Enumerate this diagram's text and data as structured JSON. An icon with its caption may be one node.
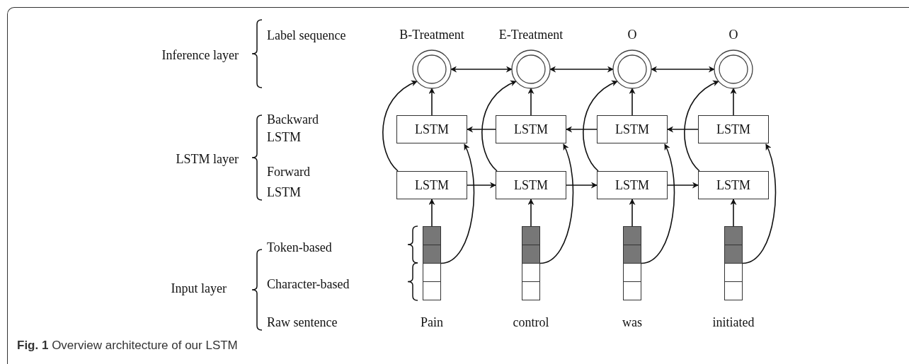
{
  "diagram": {
    "caption": "**Fig. 1** Overview architecture of our LSTM",
    "nodes": [
      {
        "text": [
          "B-Treatment"
        ]
      },
      {
        "text": [
          "E-Treatment"
        ]
      },
      {
        "text": [
          "O"
        ]
      },
      {
        "text": [
          "O"
        ]
      },
      {
        "text": [
          "LSTM"
        ]
      },
      {
        "text": [
          "LSTM"
        ]
      },
      {
        "text": [
          "LSTM"
        ]
      },
      {
        "text": [
          "LSTM"
        ]
      },
      {
        "text": [
          "LSTM"
        ]
      },
      {
        "text": [
          "LSTM"
        ]
      },
      {
        "text": [
          "LSTM"
        ]
      },
      {
        "text": [
          "LSTM"
        ]
      },
      {
        "text": [],
        "shape": "bar",
        "beside": [
          "Pain"
        ]
      },
      {
        "text": [],
        "shape": "bar",
        "beside": [
          "control"
        ]
      },
      {
        "text": [],
        "shape": "bar",
        "beside": [
          "was"
        ]
      },
      {
        "text": [],
        "shape": "bar",
        "beside": [
          "initiated"
        ]
      }
    ],
    "edges": [
      {
        "from": 0,
        "to": 1,
        "arrow": "both"
      },
      {
        "from": 1,
        "to": 2,
        "arrow": "both"
      },
      {
        "from": 2,
        "to": 3,
        "arrow": "both"
      },
      {
        "from": 5,
        "to": 4,
        "arrow": "to"
      },
      {
        "from": 6,
        "to": 5,
        "arrow": "to"
      },
      {
        "from": 7,
        "to": 6,
        "arrow": "to"
      },
      {
        "from": 4,
        "to": 0,
        "arrow": "to"
      },
      {
        "from": 5,
        "to": 1,
        "arrow": "to"
      },
      {
        "from": 6,
        "to": 2,
        "arrow": "to"
      },
      {
        "from": 7,
        "to": 3,
        "arrow": "to"
      },
      {
        "from": 8,
        "to": 9,
        "arrow": "to"
      },
      {
        "from": 9,
        "to": 10,
        "arrow": "to"
      },
      {
        "from": 10,
        "to": 11,
        "arrow": "to"
      },
      {
        "from": 8,
        "to": 0,
        "arrow": "to"
      },
      {
        "from": 9,
        "to": 1,
        "arrow": "to"
      },
      {
        "from": 10,
        "to": 2,
        "arrow": "to"
      },
      {
        "from": 11,
        "to": 3,
        "arrow": "to"
      },
      {
        "from": 12,
        "to": 8,
        "arrow": "to"
      },
      {
        "from": 13,
        "to": 9,
        "arrow": "to"
      },
      {
        "from": 14,
        "to": 10,
        "arrow": "to"
      },
      {
        "from": 15,
        "to": 11,
        "arrow": "to"
      },
      {
        "from": 12,
        "to": 4,
        "arrow": "to"
      },
      {
        "from": 13,
        "to": 5,
        "arrow": "to"
      },
      {
        "from": 14,
        "to": 6,
        "arrow": "to"
      },
      {
        "from": 15,
        "to": 7,
        "arrow": "to"
      }
    ],
    "labels": [
      "Label sequence",
      "Inference layer",
      "Backward LSTM",
      "LSTM layer",
      "Forward LSTM",
      "Token-based",
      "Input layer",
      "Character-based",
      "Raw sentence"
    ]
  }
}
